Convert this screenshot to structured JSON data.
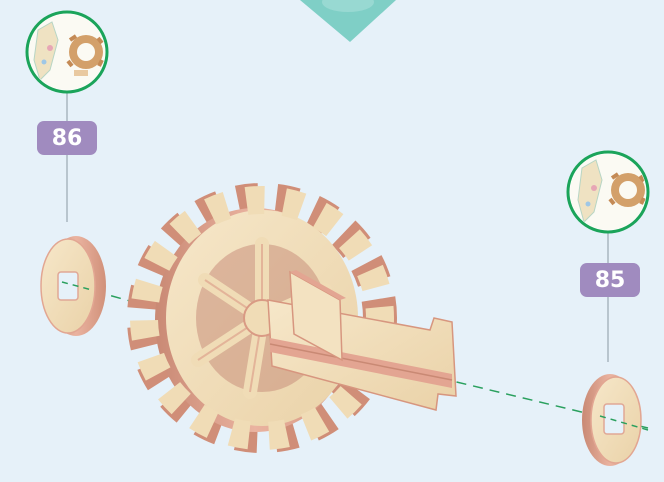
{
  "steps": [
    {
      "number": "86",
      "side": "left"
    },
    {
      "number": "85",
      "side": "right"
    }
  ],
  "colors": {
    "background": "#e6f1f9",
    "teal_marker": "#7fcfc6",
    "badge": "#a08bbf",
    "callout_ring": "#1ba45a",
    "guide_line": "#2aa05e",
    "wood_face": "#f1ddba",
    "wood_edge": "#e3a592",
    "wood_shadow": "#c98974"
  },
  "icons": [
    "sheet-thumbnail-icon",
    "direction-marker-icon"
  ]
}
